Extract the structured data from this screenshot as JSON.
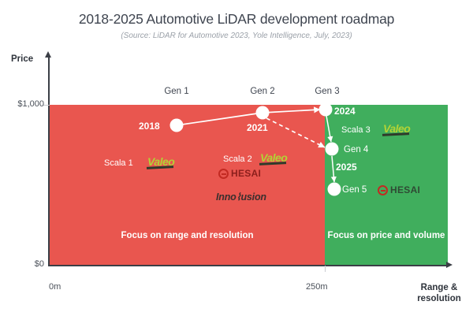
{
  "chart_data": {
    "type": "scatter",
    "title": "2018-2025 Automotive LiDAR development roadmap",
    "subtitle": "(Source: LiDAR for Automotive 2023, Yole Intelligence, July, 2023)",
    "xlabel": "Range & resolution",
    "ylabel": "Price",
    "xticks": [
      "0m",
      "250m"
    ],
    "yticks": [
      "$0",
      "$1,000"
    ],
    "xlim": [
      0,
      400
    ],
    "ylim": [
      0,
      1200
    ],
    "grid": false,
    "legend": "none",
    "colors": {
      "zone_red": "#e9564f",
      "zone_green": "#40ae5d",
      "node": "#ffffff",
      "axis": "#3b3f46",
      "title_text": "#3f4550"
    },
    "points": [
      {
        "id": "gen1",
        "gen": "Gen 1",
        "year": "2018",
        "x": 0.46,
        "y": 0.87,
        "zone": "red",
        "product": "Scala 1",
        "brands": [
          "Valeo"
        ]
      },
      {
        "id": "gen2",
        "gen": "Gen 2",
        "year": "2021",
        "x": 0.79,
        "y": 0.95,
        "zone": "red",
        "product": "Scala 2",
        "brands": [
          "Valeo",
          "HESAI",
          "Innovusion"
        ]
      },
      {
        "id": "gen3",
        "gen": "Gen 3",
        "year": "2024",
        "x": 1.0,
        "y": 0.97,
        "zone": "green",
        "product": "Scala 3",
        "brands": [
          "Valeo"
        ]
      },
      {
        "id": "gen4",
        "gen": "Gen 4",
        "year": "2025",
        "x": 1.03,
        "y": 0.72,
        "zone": "green",
        "product": "",
        "brands": []
      },
      {
        "id": "gen5",
        "gen": "Gen 5",
        "year": "",
        "x": 1.04,
        "y": 0.47,
        "zone": "green",
        "product": "",
        "brands": [
          "HESAI"
        ]
      }
    ],
    "connectors": [
      {
        "from": "gen1",
        "to": "gen2",
        "style": "solid"
      },
      {
        "from": "gen2",
        "to": "gen3",
        "style": "solid-arrow"
      },
      {
        "from": "gen2",
        "to": "gen4",
        "style": "dashed-arrow"
      },
      {
        "from": "gen3",
        "to": "gen4",
        "style": "solid-arrow"
      },
      {
        "from": "gen4",
        "to": "gen5",
        "style": "solid-arrow"
      }
    ],
    "zones": [
      {
        "name": "red",
        "caption": "Focus on range and resolution",
        "range": "0m - 250m"
      },
      {
        "name": "green",
        "caption": "Focus on price and volume",
        "range": "250m+"
      }
    ]
  },
  "axis": {
    "price_label": "Price",
    "range_label_line1": "Range &",
    "range_label_line2": "resolution",
    "y_top": "$1,000",
    "y_bottom": "$0",
    "x_left": "0m",
    "x_mid": "250m"
  },
  "generations": {
    "gen1_header": "Gen 1",
    "gen2_header": "Gen 2",
    "gen3_header": "Gen 3",
    "gen4_inplot": "Gen 4",
    "gen5_inplot": "Gen 5"
  },
  "years": {
    "y2018": "2018",
    "y2021": "2021",
    "y2024": "2024",
    "y2025": "2025"
  },
  "products": {
    "scala1": "Scala 1",
    "scala2": "Scala 2",
    "scala3": "Scala 3"
  },
  "brands": {
    "valeo": "Valeo",
    "hesai": "HESAI",
    "innovusion": "Inno⌇usion"
  },
  "zones": {
    "red_caption": "Focus on range and resolution",
    "green_caption": "Focus on price and volume"
  }
}
